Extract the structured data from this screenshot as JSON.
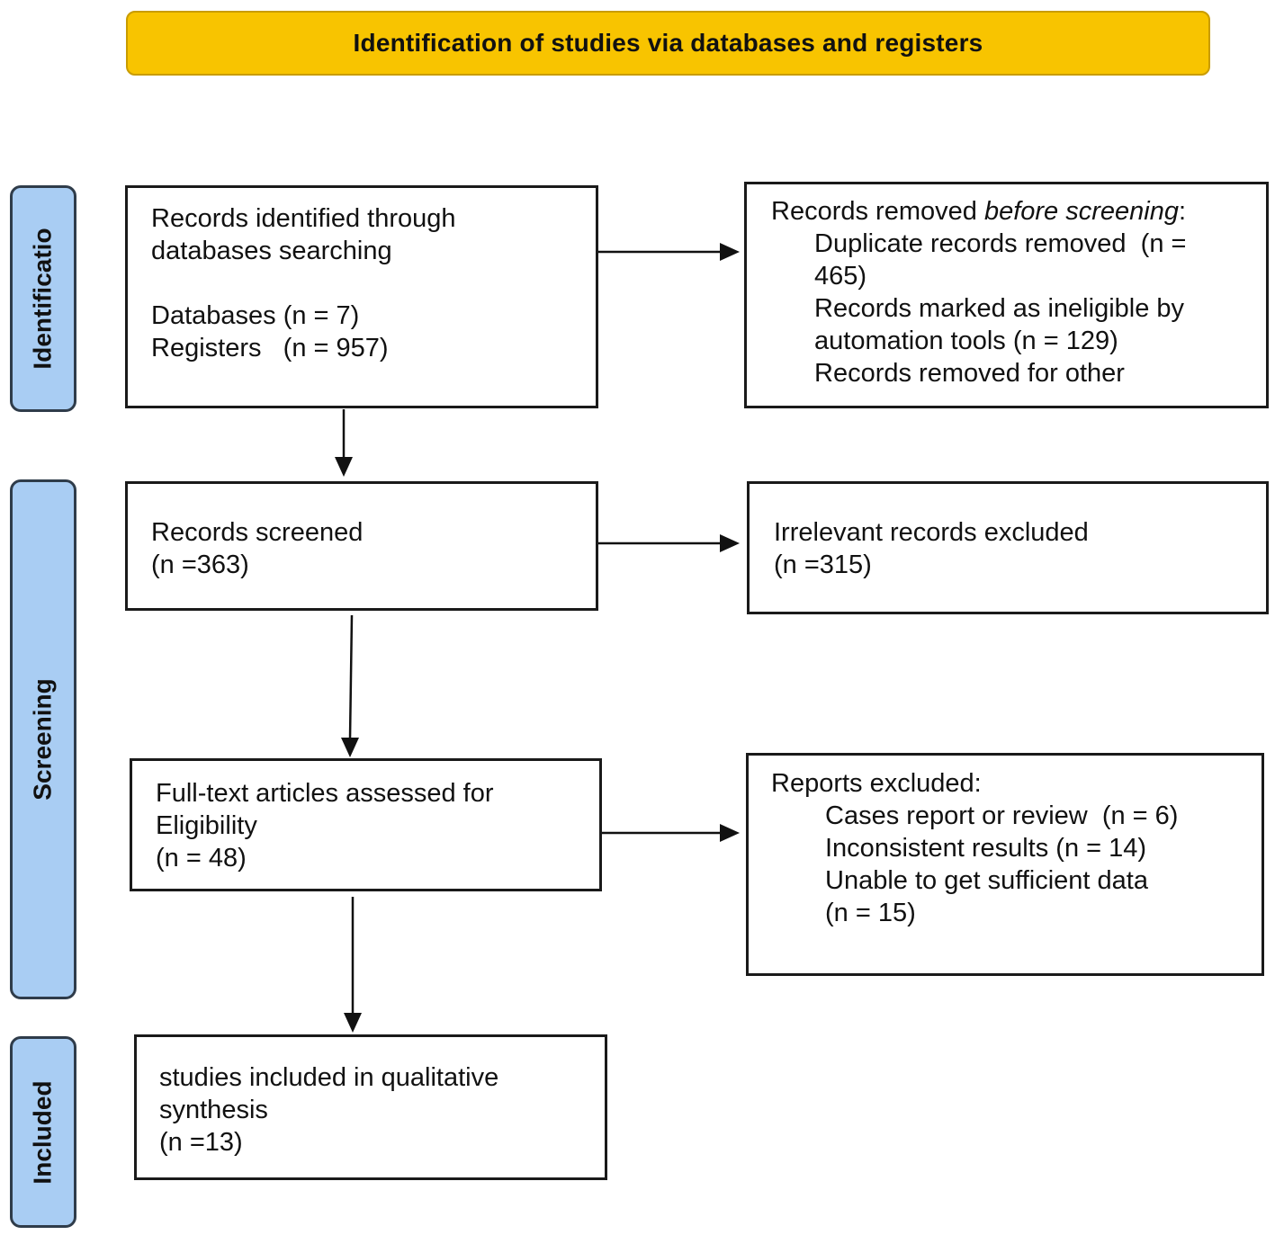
{
  "header": {
    "title": "Identification of studies via databases and registers"
  },
  "phases": {
    "identification": "Identificatio",
    "screening": "Screening",
    "included": "Included"
  },
  "identified": {
    "line1": "Records identified through",
    "line2": "databases searching",
    "databases": "Databases (n = 7)",
    "registers": "Registers   (n = 957)"
  },
  "removed": {
    "title_prefix": "Records removed ",
    "title_emph": "before screening",
    "title_suffix": ":",
    "dup1": "Duplicate records removed  (n =",
    "dup2": "465)",
    "inel1": "Records marked as ineligible by",
    "inel2": "automation tools (n = 129)",
    "other": "Records removed for other"
  },
  "screened": {
    "line1": "Records screened",
    "line2": "(n =363)"
  },
  "irrelevant": {
    "line1": "Irrelevant records excluded",
    "line2": "(n =315)"
  },
  "fulltext": {
    "line1": "Full-text articles assessed for",
    "line2": "Eligibility",
    "line3": "(n = 48)"
  },
  "reports_excluded": {
    "title": "Reports excluded:",
    "item1": "Cases report or review  (n = 6)",
    "item2": "Inconsistent results (n = 14)",
    "item3": "Unable to get sufficient data",
    "item4": "(n = 15)"
  },
  "included_box": {
    "line1": "studies included in qualitative",
    "line2": "synthesis",
    "line3": "(n =13)"
  }
}
